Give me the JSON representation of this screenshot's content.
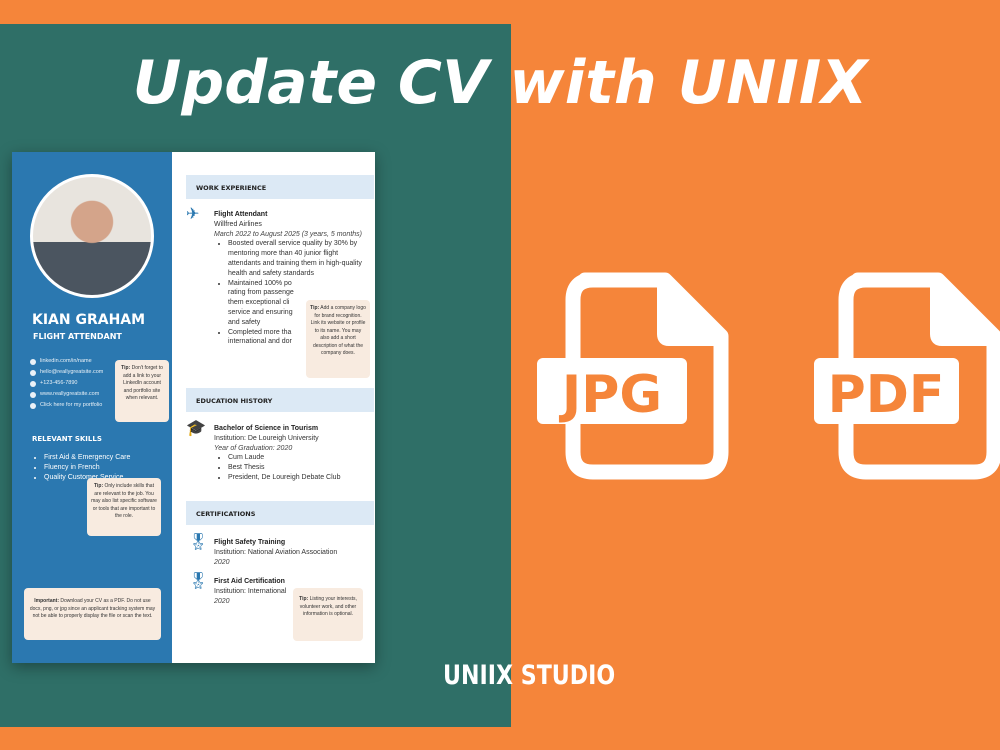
{
  "title": "Update CV with UNIIX",
  "studio": "UNIIX STUDIO",
  "colors": {
    "orange": "#f5853a",
    "teal": "#2f6f67",
    "cv_blue": "#2b78b0",
    "tip_bg": "#f8ebe0"
  },
  "file_icons": [
    {
      "label": "JPG",
      "icon": "file-jpg-icon"
    },
    {
      "label": "PDF",
      "icon": "file-pdf-icon"
    }
  ],
  "cv": {
    "name": "KIAN GRAHAM",
    "job": "FLIGHT ATTENDANT",
    "contacts": [
      "linkedin.com/in/name",
      "hello@reallygreatsite.com",
      "+123-456-7890",
      "www.reallygreatsite.com",
      "Click here for my portfolio"
    ],
    "tip_contacts": {
      "bold": "Tip:",
      "text": " Don't forget to add a link to your LinkedIn account and portfolio site when relevant."
    },
    "skills_heading": "RELEVANT SKILLS",
    "skills": [
      "First Aid & Emergency Care",
      "Fluency in French",
      "Quality Customer Service"
    ],
    "tip_skills": {
      "bold": "Tip:",
      "text": " Only include skills that are relevant to the job. You may also list specific software or tools that are important to the role."
    },
    "tip_important": {
      "bold": "Important:",
      "text": " Download your CV as a PDF. Do not use docx, png, or jpg since an applicant tracking system may not be able to properly display the file or scan the text."
    },
    "work_heading": "WORK EXPERIENCE",
    "work": {
      "title": "Flight Attendant",
      "company": "Willfred Airlines",
      "dates": "March 2022 to August 2025 (3 years, 5 months)",
      "bullets": [
        "Boosted overall service quality by 30% by mentoring more than 40 junior flight attendants and training them in high-quality health and safety standards",
        "Maintained 100% po rating from passenge them exceptional cli service and ensuring and safety",
        "Completed more tha international and dor"
      ]
    },
    "tip_work": {
      "bold": "Tip:",
      "text": " Add a company logo for brand recognition. Link its website or profile to its name. You may also add a short description of what the company does."
    },
    "edu_heading": "EDUCATION HISTORY",
    "edu": {
      "title": "Bachelor of Science in Tourism",
      "institution": "Institution: De Loureigh University",
      "year": "Year of Graduation: 2020",
      "bullets": [
        "Cum Laude",
        "Best Thesis",
        "President, De Loureigh Debate Club"
      ]
    },
    "cert_heading": "CERTIFICATIONS",
    "certs": [
      {
        "title": "Flight Safety Training",
        "institution": "Institution: National Aviation Association",
        "year": "2020"
      },
      {
        "title": "First Aid Certification",
        "institution": "Institution: International",
        "year": "2020"
      }
    ],
    "tip_certs": {
      "bold": "Tip:",
      "text": " Listing your interests, volunteer work, and other information is optional."
    }
  }
}
